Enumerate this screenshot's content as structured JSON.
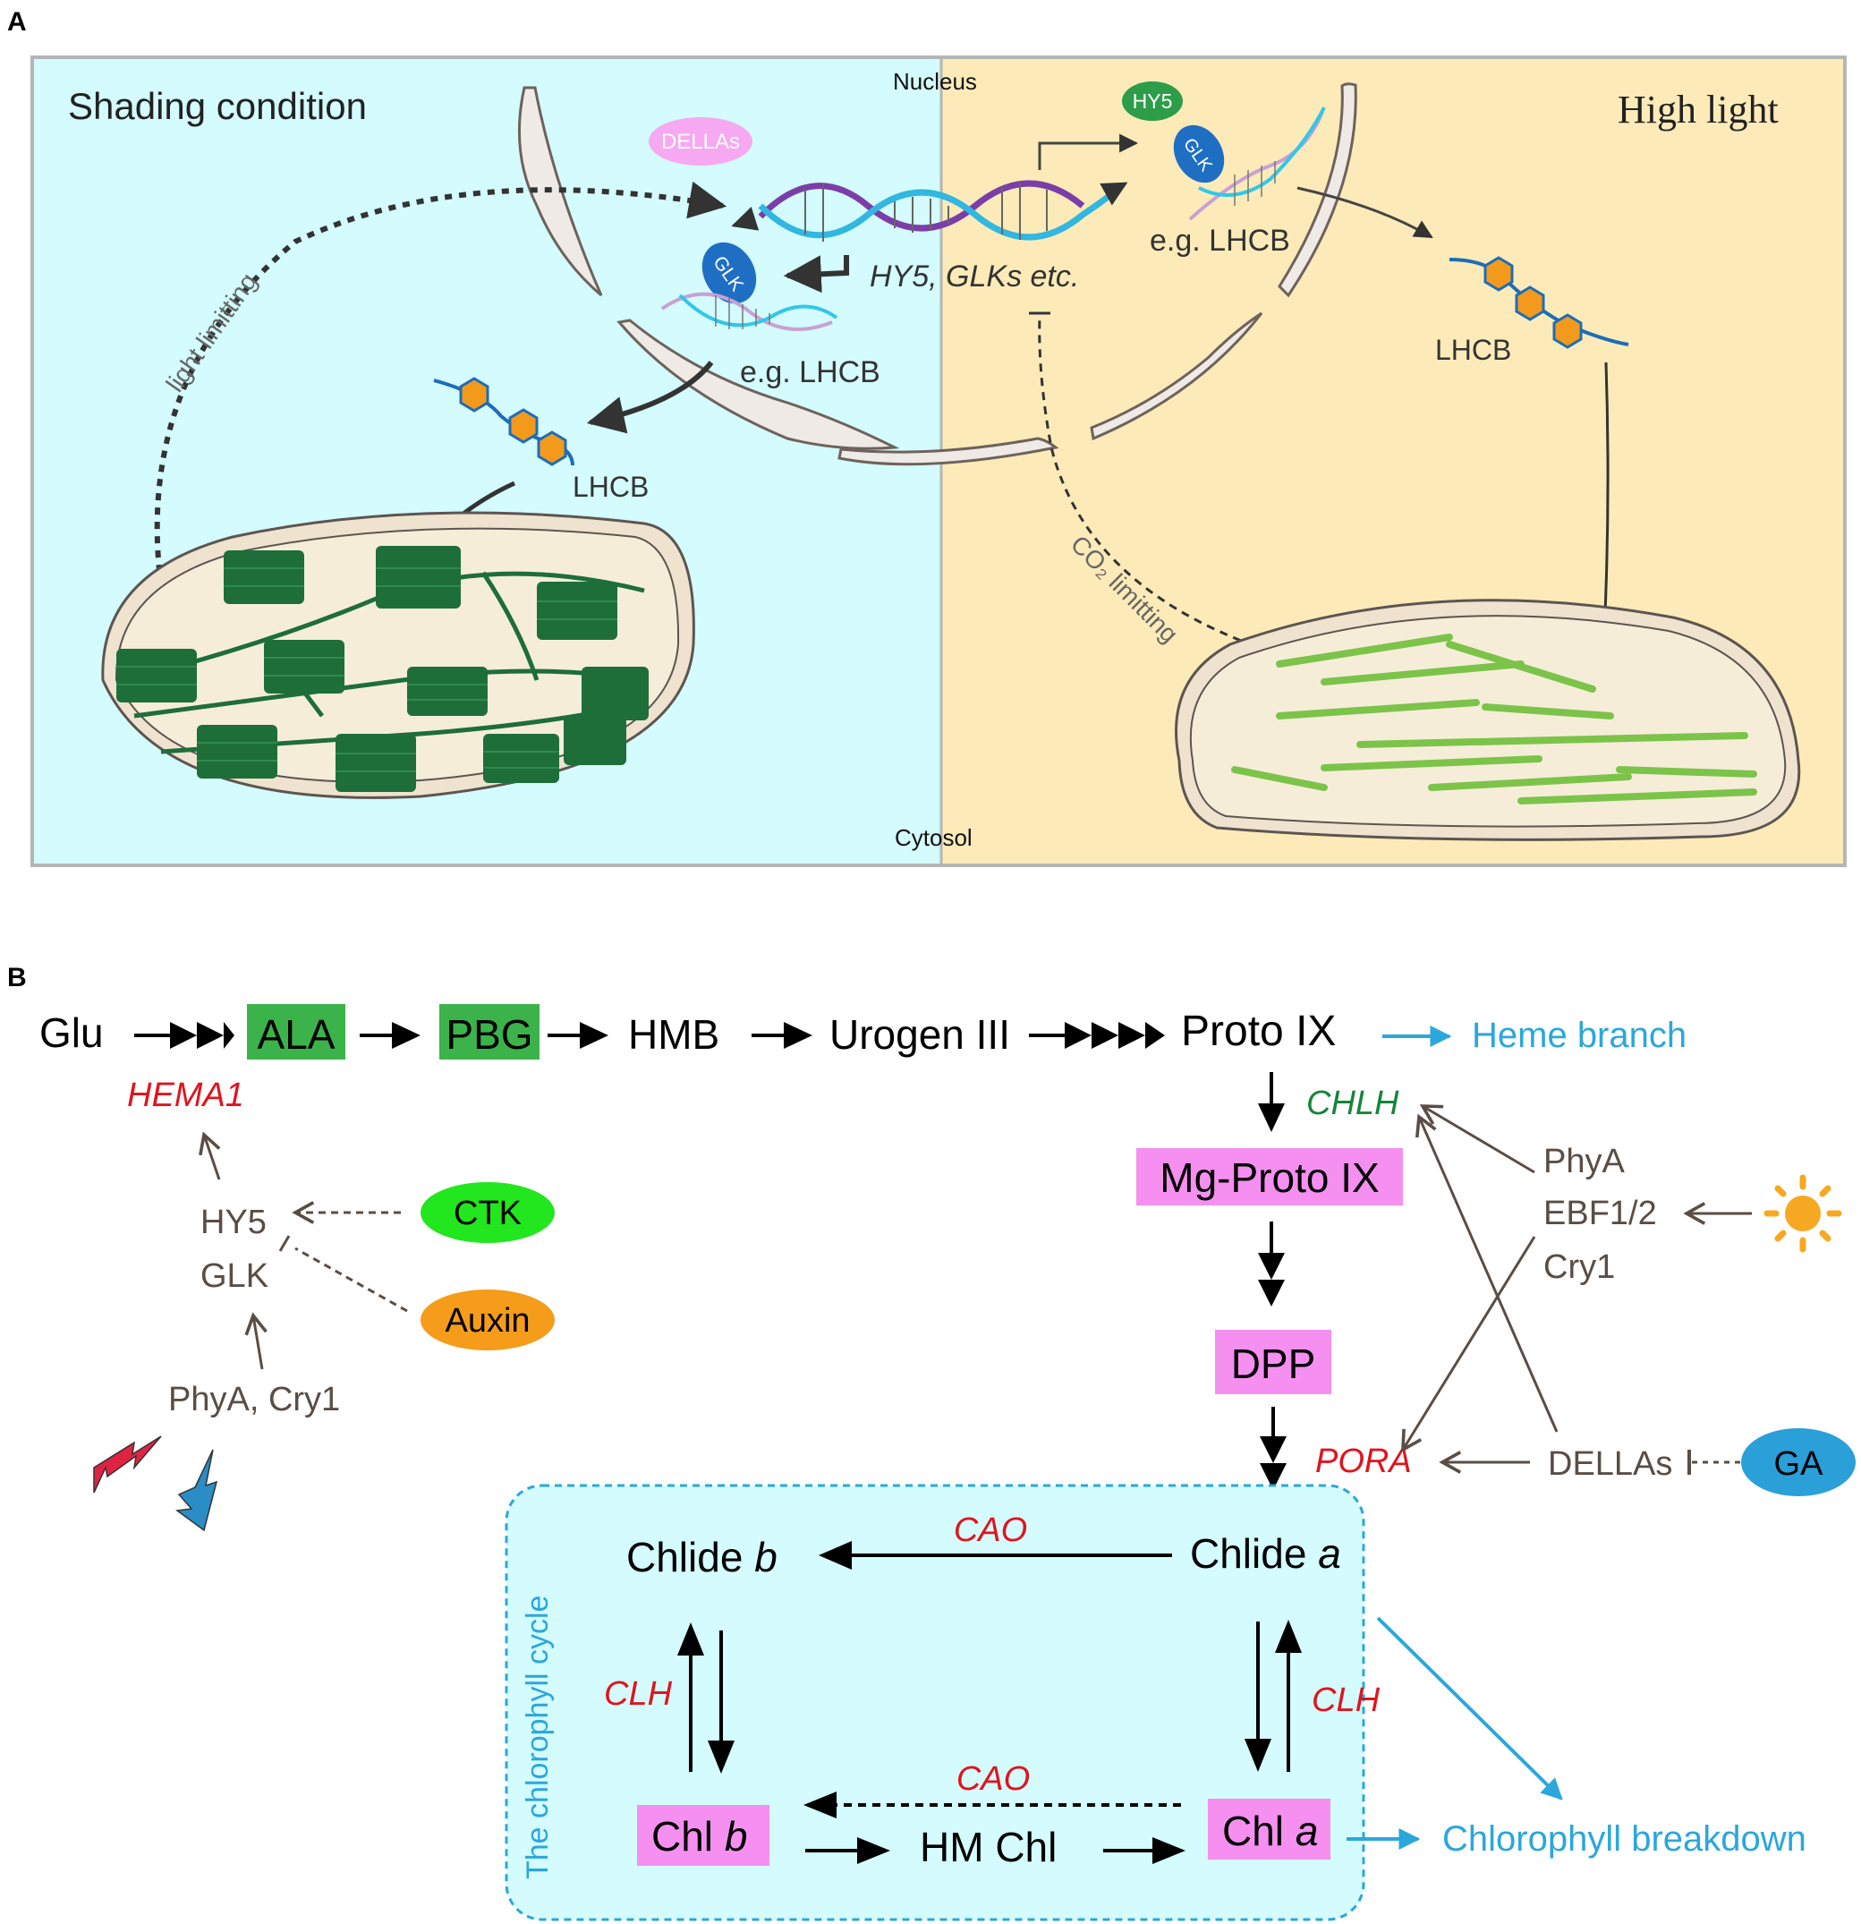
{
  "panel_a": {
    "letter": "A",
    "shading_title": "Shading condition",
    "highlight_title": "High light",
    "nucleus": "Nucleus",
    "cytosol": "Cytosol",
    "dellas_badge": "DELLAs",
    "hy5_badge": "HY5",
    "glk_label": "GLK",
    "hy5_glks": "HY5, GLKs etc.",
    "eg_left": "e.g. LHCB",
    "eg_right": "e.g. LHCB",
    "lhcb_left": "LHCB",
    "lhcb_right": "LHCB",
    "light_limitting": "light  limitting",
    "co2_limitting": "CO₂ limitting"
  },
  "panel_b": {
    "letter": "B",
    "glu": "Glu",
    "ala": "ALA",
    "pbg": "PBG",
    "hmb": "HMB",
    "urogen": "Urogen III",
    "proto": "Proto IX",
    "heme": "Heme branch",
    "hema1": "HEMA1",
    "hy5": "HY5",
    "glk": "GLK",
    "phya_cry1": "PhyA, Cry1",
    "ctk": "CTK",
    "auxin": "Auxin",
    "chlh": "CHLH",
    "mgproto": "Mg-Proto IX",
    "dpp": "DPP",
    "pora": "PORA",
    "phya": "PhyA",
    "ebf": "EBF1/2",
    "cry1": "Cry1",
    "dellas": "DELLAs",
    "ga": "GA",
    "cycle_label": "The chlorophyll cycle",
    "chlide_b": "Chlide b",
    "chlide_a": "Chlide a",
    "cao_top": "CAO",
    "cao_bottom": "CAO",
    "clh_left": "CLH",
    "clh_right": "CLH",
    "chl_b": "Chl b",
    "hm_chl": "HM Chl",
    "chl_a": "Chl a",
    "breakdown": "Chlorophyll breakdown"
  },
  "colors": {
    "shade_bg": "#d4fbfd",
    "light_bg": "#fcebb8",
    "green_box": "#3cb34a",
    "pink_box": "#f58ff0",
    "red_text": "#e0141e",
    "green_text": "#13863a",
    "blue_text": "#2ba7dc",
    "ctk": "#22e61e",
    "auxin": "#f59c1a",
    "ga": "#2a9fd8",
    "dark_grana": "#1e6e3a",
    "light_thyl": "#7cc34a"
  }
}
